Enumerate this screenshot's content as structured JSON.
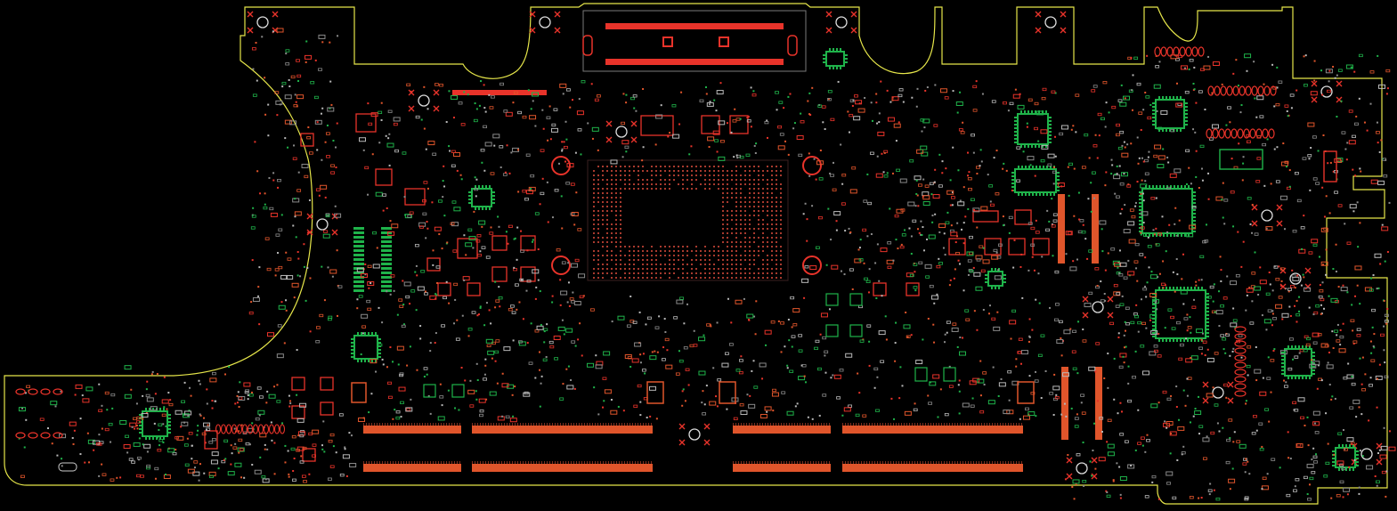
{
  "title": "",
  "colors": {
    "background": "#000000",
    "outline": "#E6E64A",
    "component_red": "#E8332A",
    "component_orange": "#E0552B",
    "component_green": "#1FB34A",
    "via": "#B9B9B9",
    "silk": "#7A7A7A"
  },
  "icons": {
    "mounting_hole": "mounting-hole-icon",
    "fiducial": "fiducial-icon"
  },
  "layers": [
    "outline",
    "top-red",
    "top-green",
    "pads",
    "vias"
  ]
}
